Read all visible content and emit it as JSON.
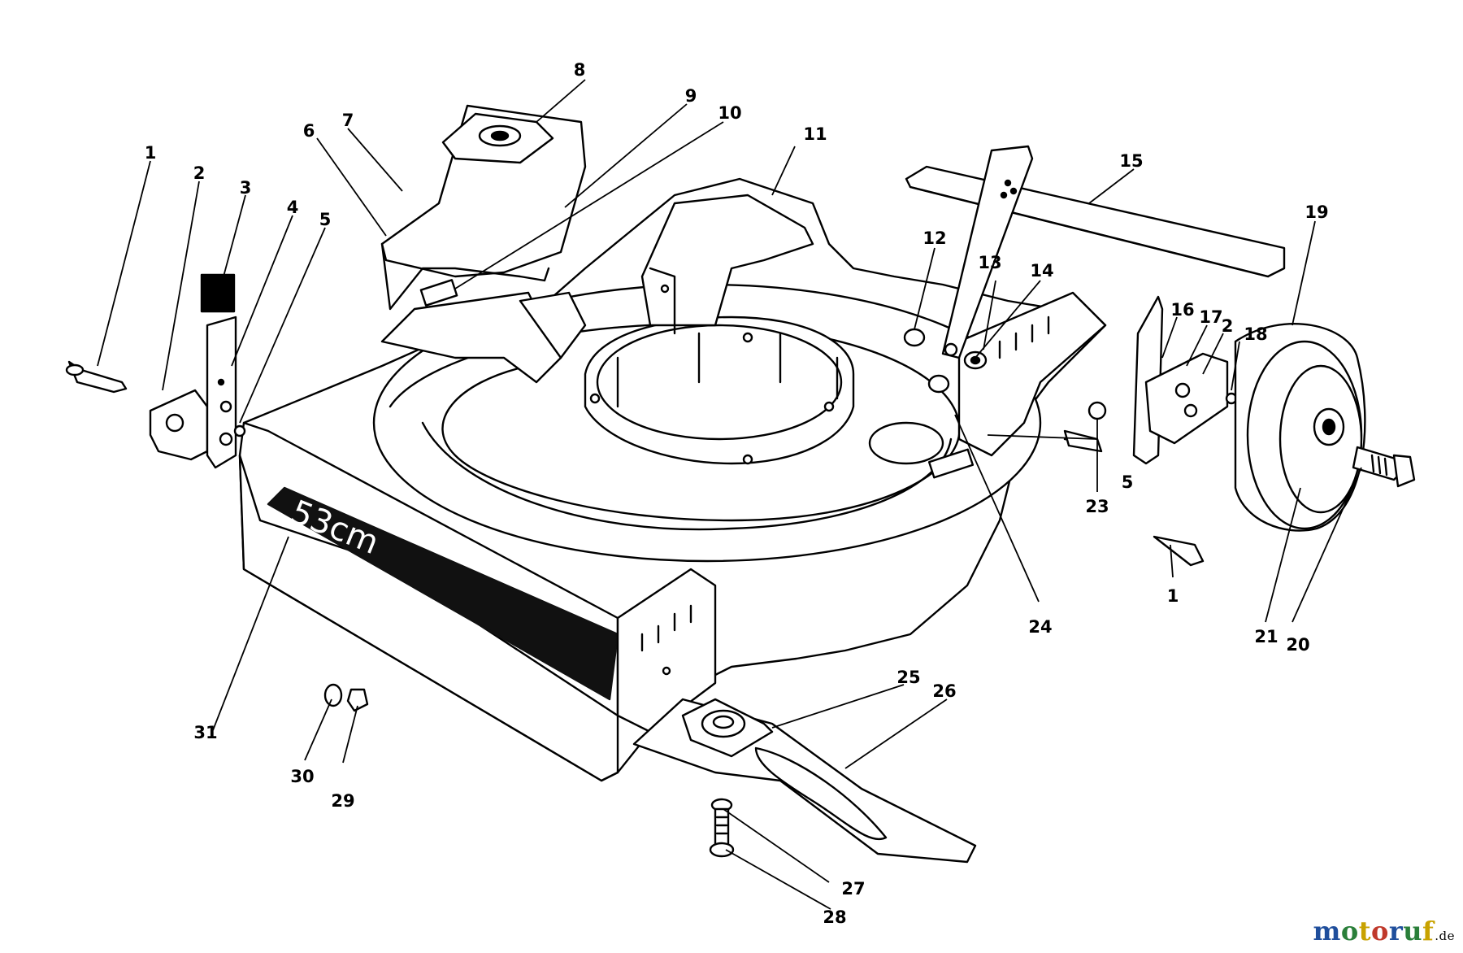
{
  "diagram": {
    "kind": "exploded parts view",
    "model_decal_text": "53cm",
    "callouts": [
      {
        "id": "c1a",
        "label": "1"
      },
      {
        "id": "c1b",
        "label": "1"
      },
      {
        "id": "c2a",
        "label": "2"
      },
      {
        "id": "c2b",
        "label": "2"
      },
      {
        "id": "c3",
        "label": "3"
      },
      {
        "id": "c4",
        "label": "4"
      },
      {
        "id": "c5a",
        "label": "5"
      },
      {
        "id": "c5b",
        "label": "5"
      },
      {
        "id": "c6",
        "label": "6"
      },
      {
        "id": "c7",
        "label": "7"
      },
      {
        "id": "c8",
        "label": "8"
      },
      {
        "id": "c9",
        "label": "9"
      },
      {
        "id": "c10",
        "label": "10"
      },
      {
        "id": "c11",
        "label": "11"
      },
      {
        "id": "c12",
        "label": "12"
      },
      {
        "id": "c13",
        "label": "13"
      },
      {
        "id": "c14",
        "label": "14"
      },
      {
        "id": "c15",
        "label": "15"
      },
      {
        "id": "c16",
        "label": "16"
      },
      {
        "id": "c17",
        "label": "17"
      },
      {
        "id": "c18",
        "label": "18"
      },
      {
        "id": "c19",
        "label": "19"
      },
      {
        "id": "c20",
        "label": "20"
      },
      {
        "id": "c21",
        "label": "21"
      },
      {
        "id": "c23",
        "label": "23"
      },
      {
        "id": "c24",
        "label": "24"
      },
      {
        "id": "c25",
        "label": "25"
      },
      {
        "id": "c26",
        "label": "26"
      },
      {
        "id": "c27",
        "label": "27"
      },
      {
        "id": "c28",
        "label": "28"
      },
      {
        "id": "c29",
        "label": "29"
      },
      {
        "id": "c30",
        "label": "30"
      },
      {
        "id": "c31",
        "label": "31"
      }
    ]
  },
  "watermark": {
    "parts": [
      {
        "text": "m",
        "color": "#1f4e9c"
      },
      {
        "text": "o",
        "color": "#2a7f3a"
      },
      {
        "text": "t",
        "color": "#c8a200"
      },
      {
        "text": "o",
        "color": "#c0392b"
      },
      {
        "text": "r",
        "color": "#1f4e9c"
      },
      {
        "text": "u",
        "color": "#2a7f3a"
      },
      {
        "text": "f",
        "color": "#c8a200"
      }
    ],
    "suffix": ".de"
  }
}
